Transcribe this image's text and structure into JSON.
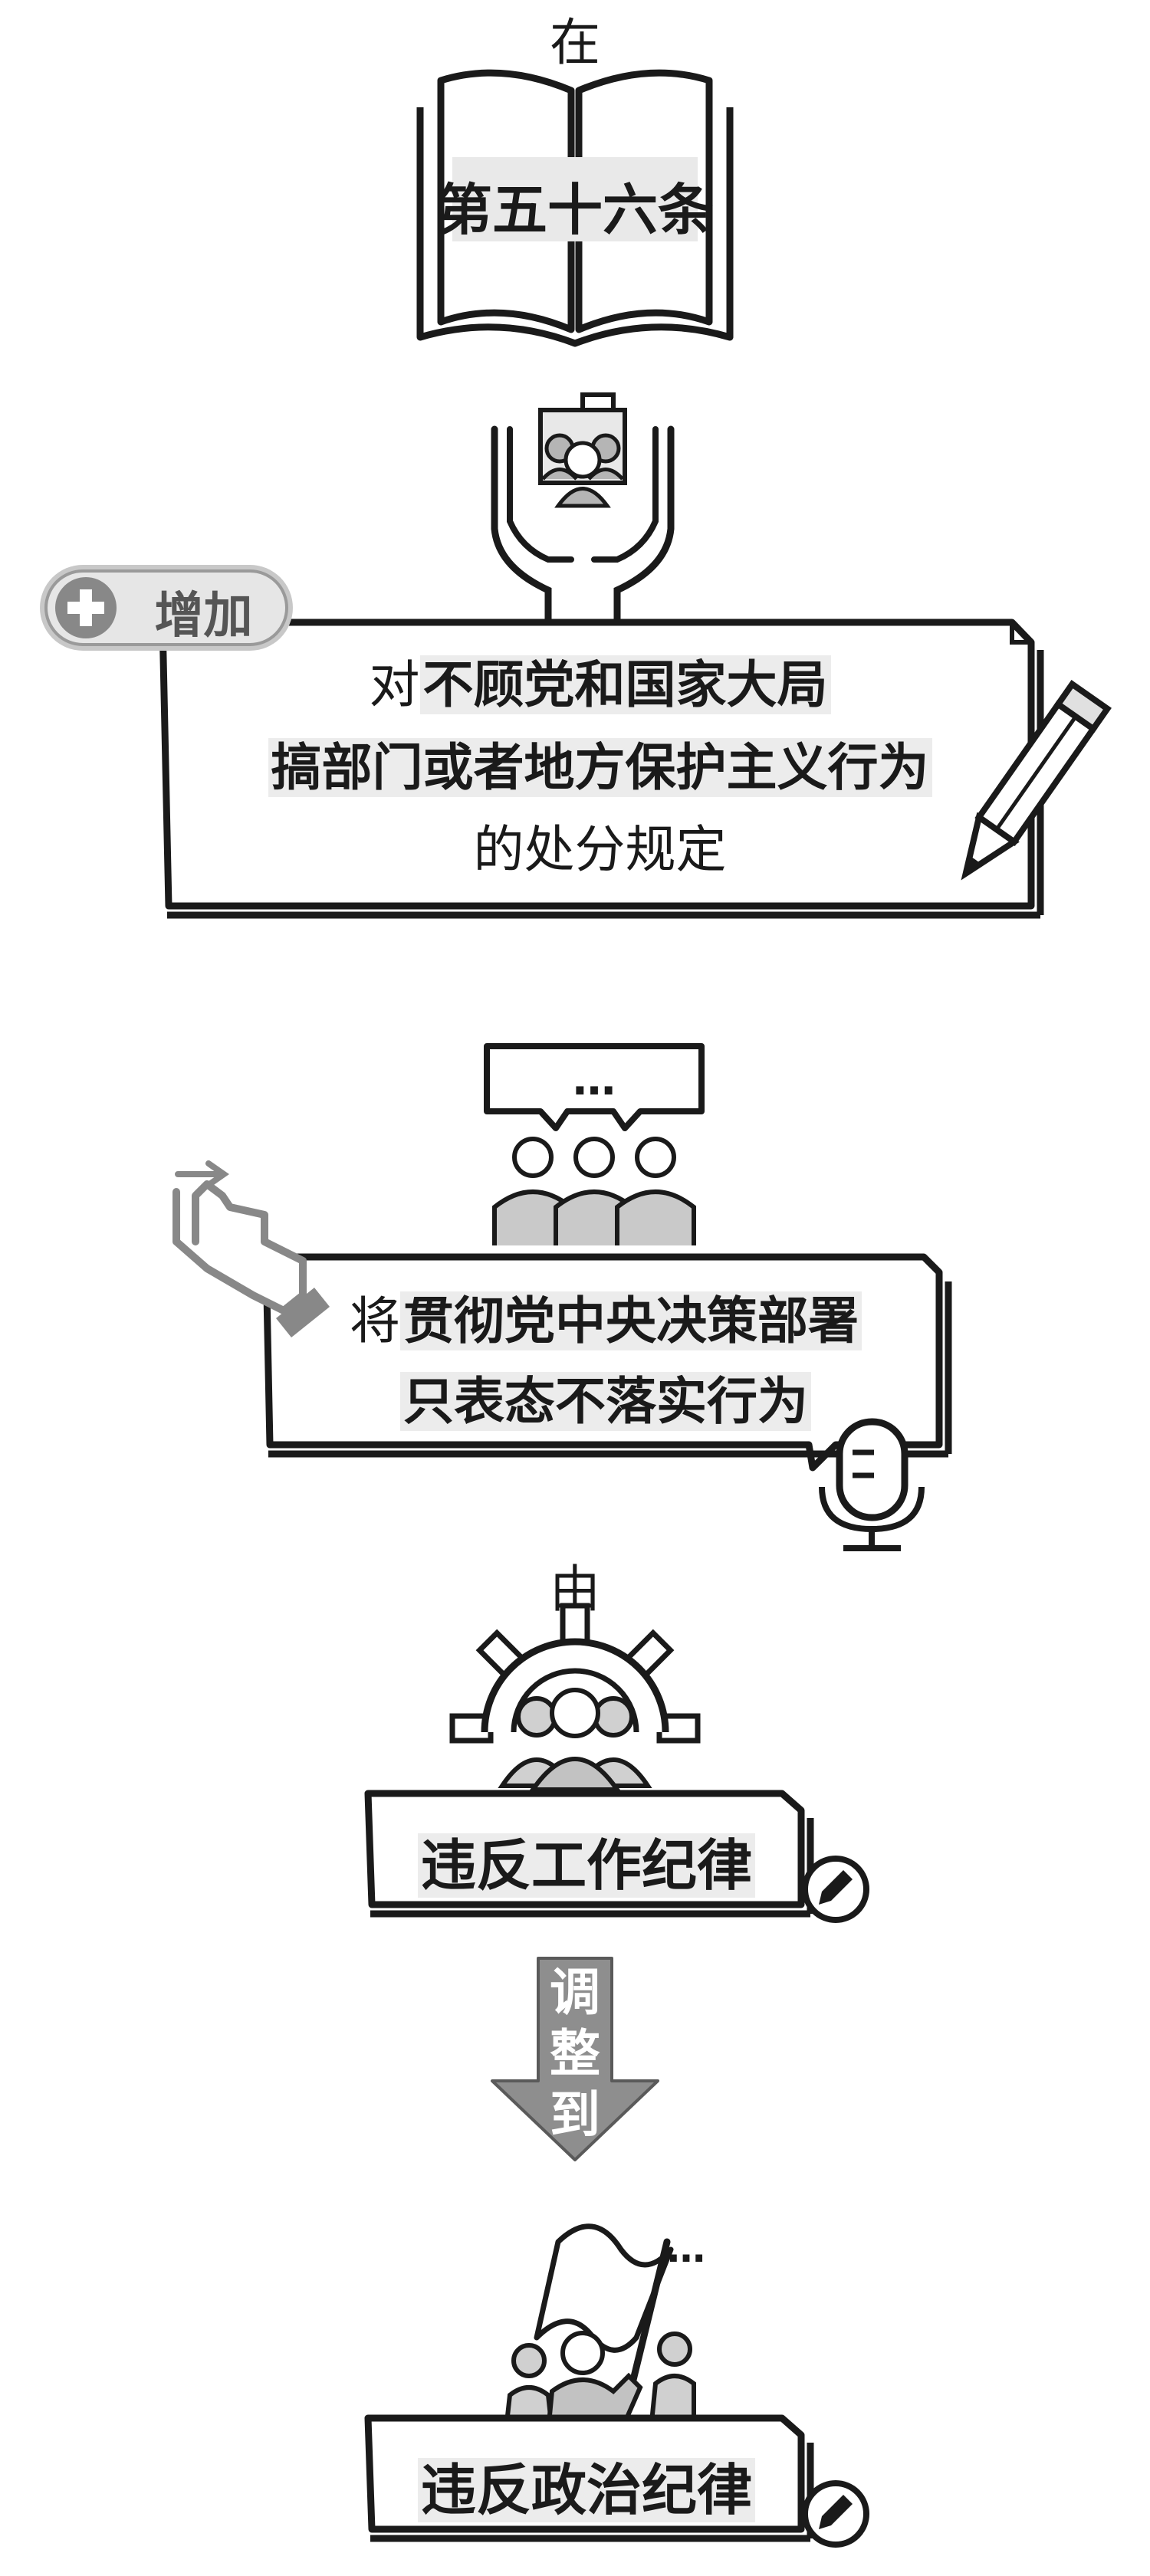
{
  "step1": {
    "connector": "在",
    "book_title": "第五十六条"
  },
  "step2": {
    "badge": {
      "icon": "plus-icon",
      "label": "增加"
    },
    "line1": {
      "prefix": "对",
      "emphasis": "不顾党和国家大局"
    },
    "line2": "搞部门或者地方保护主义行为",
    "line3": "的处分规定"
  },
  "step3": {
    "bubble": "…",
    "line1": {
      "prefix": "将",
      "emphasis": "贯彻党中央决策部署"
    },
    "line2": "只表态不落实行为"
  },
  "step4": {
    "connector": "由",
    "label": "违反工作纪律"
  },
  "arrow": {
    "chars": [
      "调",
      "整",
      "到"
    ]
  },
  "step5": {
    "ellipsis": "…",
    "label": "违反政治纪律"
  },
  "colors": {
    "ink": "#1a1a1a",
    "gray": "#888888",
    "light": "#e6e6e6",
    "mid": "#b5b5b5",
    "highlight": "#ececec"
  }
}
